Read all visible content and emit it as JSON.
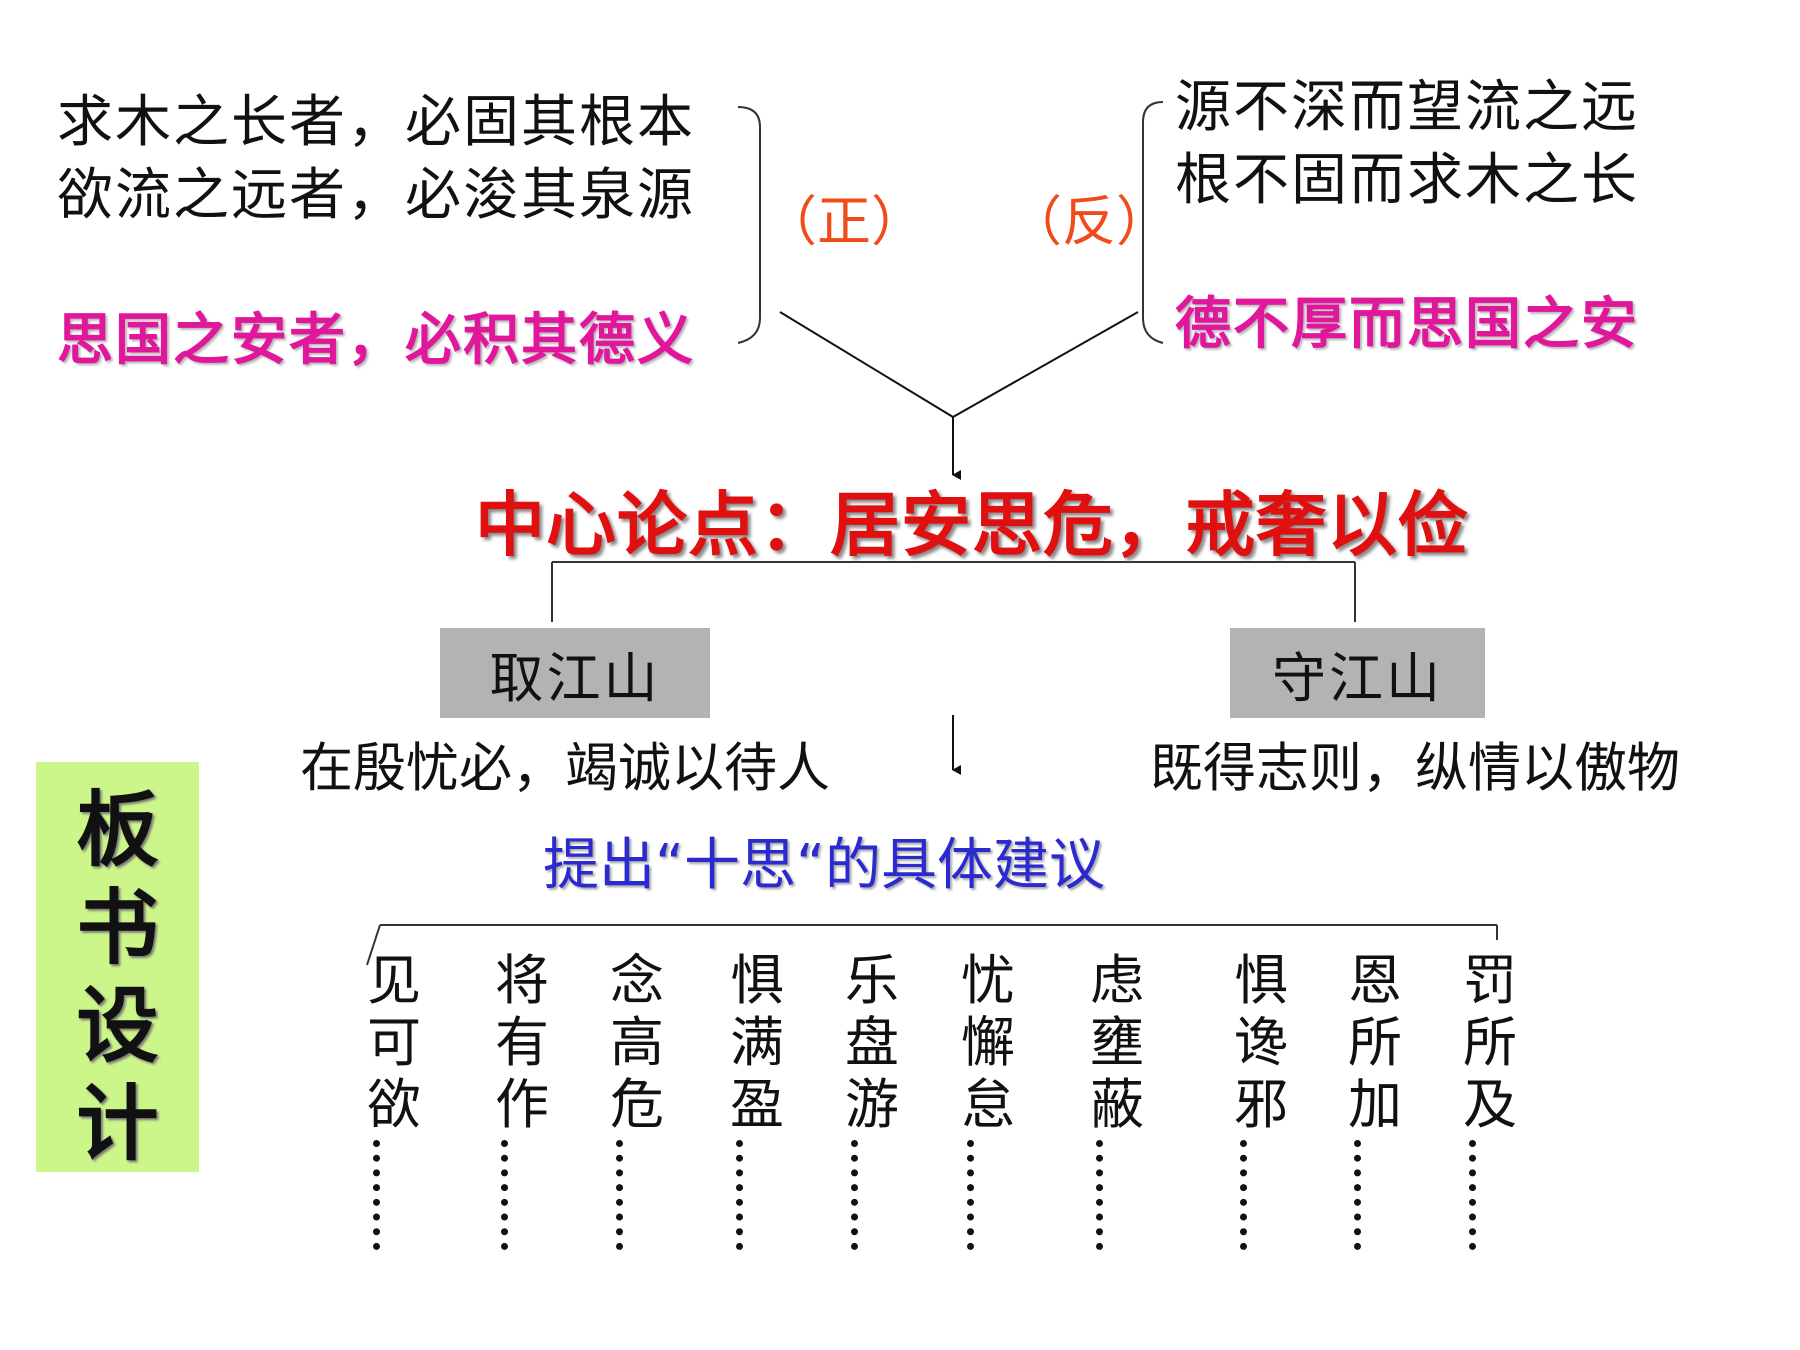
{
  "affirmative": {
    "line1": "求木之长者，必固其根本",
    "line2": "欲流之远者，必浚其泉源",
    "line3": "思国之安者，必积其德义",
    "label": "（正）"
  },
  "negative": {
    "line1": "源不深而望流之远",
    "line2": "根不固而求木之长",
    "line3": "德不厚而思国之安",
    "label": "（反）"
  },
  "thesis": "中心论点：居安思危，戒奢以俭",
  "gain_box": "取江山",
  "keep_box": "守江山",
  "gain_text": "在殷忧必，竭诚以待人",
  "keep_text": "既得志则，纵情以傲物",
  "proposal_title": "提出“十思“的具体建议",
  "ten_thoughts": [
    "见可欲",
    "将有作",
    "念高危",
    "惧满盈",
    "乐盘游",
    "忧懈怠",
    "虑壅蔽",
    "惧谗邪",
    "恩所加",
    "罚所及"
  ],
  "board_title": "板书设计",
  "colors": {
    "magenta": "#e0169b",
    "orange": "#f04b1a",
    "red": "#e01010",
    "blue": "#2a2ad0",
    "gray_box": "#b3b3b3",
    "green_box": "#ccf58a"
  }
}
